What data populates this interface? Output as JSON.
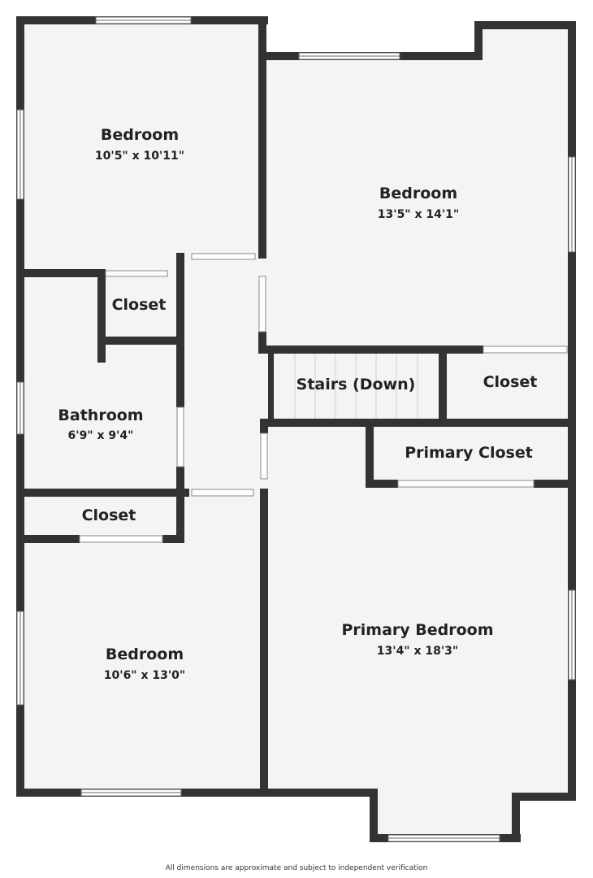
{
  "rooms": [
    {
      "id": "bedroom-1",
      "name": "Bedroom",
      "dims": "10'5\" x 10'11\""
    },
    {
      "id": "bedroom-2",
      "name": "Bedroom",
      "dims": "13'5\" x 14'1\""
    },
    {
      "id": "closet-1",
      "name": "Closet"
    },
    {
      "id": "bathroom",
      "name": "Bathroom",
      "dims": "6'9\" x 9'4\""
    },
    {
      "id": "stairs",
      "name": "Stairs (Down)"
    },
    {
      "id": "closet-2",
      "name": "Closet"
    },
    {
      "id": "primary-closet",
      "name": "Primary Closet"
    },
    {
      "id": "closet-3",
      "name": "Closet"
    },
    {
      "id": "bedroom-3",
      "name": "Bedroom",
      "dims": "10'6\" x 13'0\""
    },
    {
      "id": "primary-bedroom",
      "name": "Primary Bedroom",
      "dims": "13'4\" x 18'3\""
    }
  ],
  "disclaimer": "All dimensions are approximate and subject to independent verification",
  "colors": {
    "wall": "#333333",
    "floor": "#f4f4f4",
    "window": "#ffffff",
    "text": "#222222"
  }
}
